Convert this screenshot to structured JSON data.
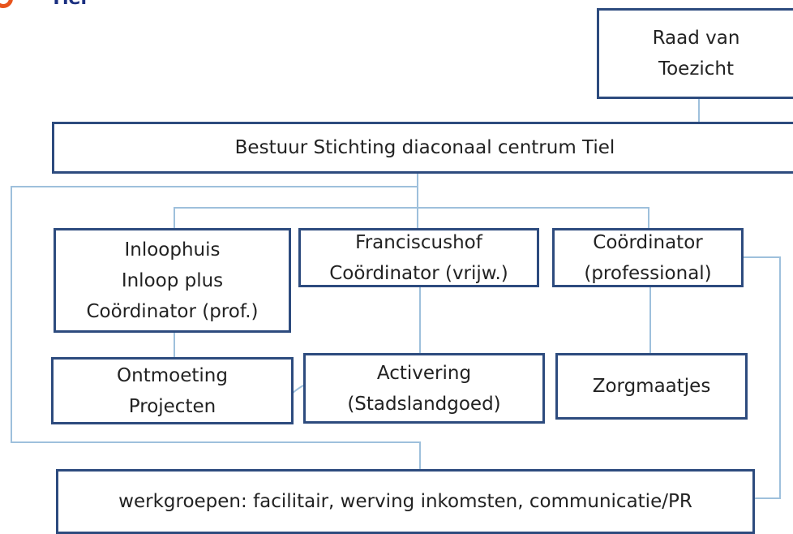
{
  "logo": {
    "text": "Tiel"
  },
  "colors": {
    "box_border": "#2d4b7e",
    "connector": "#9ec0dc",
    "logo_mark": "#e8541c",
    "logo_text": "#1a2f80"
  },
  "boxes": {
    "raad": {
      "lines": [
        "Raad van",
        "Toezicht"
      ]
    },
    "bestuur": {
      "lines": [
        "Bestuur Stichting diaconaal centrum Tiel"
      ]
    },
    "inloophuis": {
      "lines": [
        "Inloophuis",
        "Inloop plus",
        "Coördinator (prof.)"
      ]
    },
    "franciscushof": {
      "lines": [
        "Franciscushof",
        "Coördinator (vrijw.)"
      ]
    },
    "coordinator": {
      "lines": [
        "Coördinator",
        "(professional)"
      ]
    },
    "ontmoeting": {
      "lines": [
        "Ontmoeting",
        "Projecten"
      ]
    },
    "activering": {
      "lines": [
        "Activering",
        "(Stadslandgoed)"
      ]
    },
    "zorgmaatjes": {
      "lines": [
        "Zorgmaatjes"
      ]
    },
    "werkgroepen": {
      "lines": [
        "werkgroepen: facilitair, werving inkomsten, communicatie/PR"
      ]
    }
  }
}
